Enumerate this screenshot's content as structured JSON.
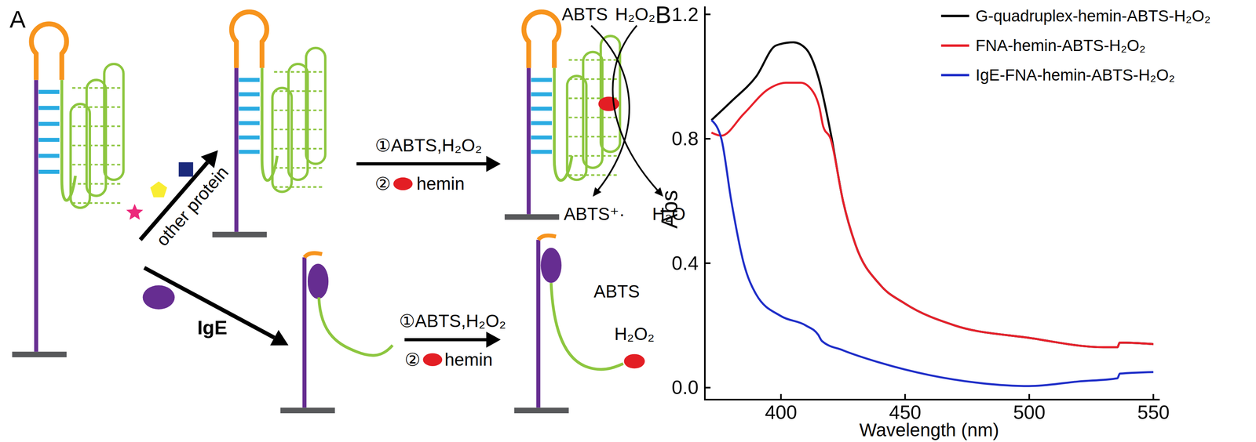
{
  "diagram": {
    "labels": [
      "A",
      "other protein",
      "①ABTS,H₂O₂",
      "②",
      "hemin",
      "ABTS",
      "H₂O₂",
      "ABTS⁺·",
      "H₂O",
      "IgE",
      "①ABTS,H₂O₂",
      "②",
      "hemin",
      "ABTS",
      "H₂O₂",
      "B",
      "1.2",
      "0.8",
      "0.4",
      "0.0",
      "Abs",
      "400",
      "450",
      "500",
      "550",
      "Wavelength (nm)"
    ],
    "legend": [
      {
        "text": "G-quadruplex-hemin-ABTS-H₂O₂"
      },
      {
        "text": "FNA-hemin-ABTS-H₂O₂"
      },
      {
        "text": "IgE-FNA-hemin-ABTS-H₂O₂"
      }
    ]
  }
}
